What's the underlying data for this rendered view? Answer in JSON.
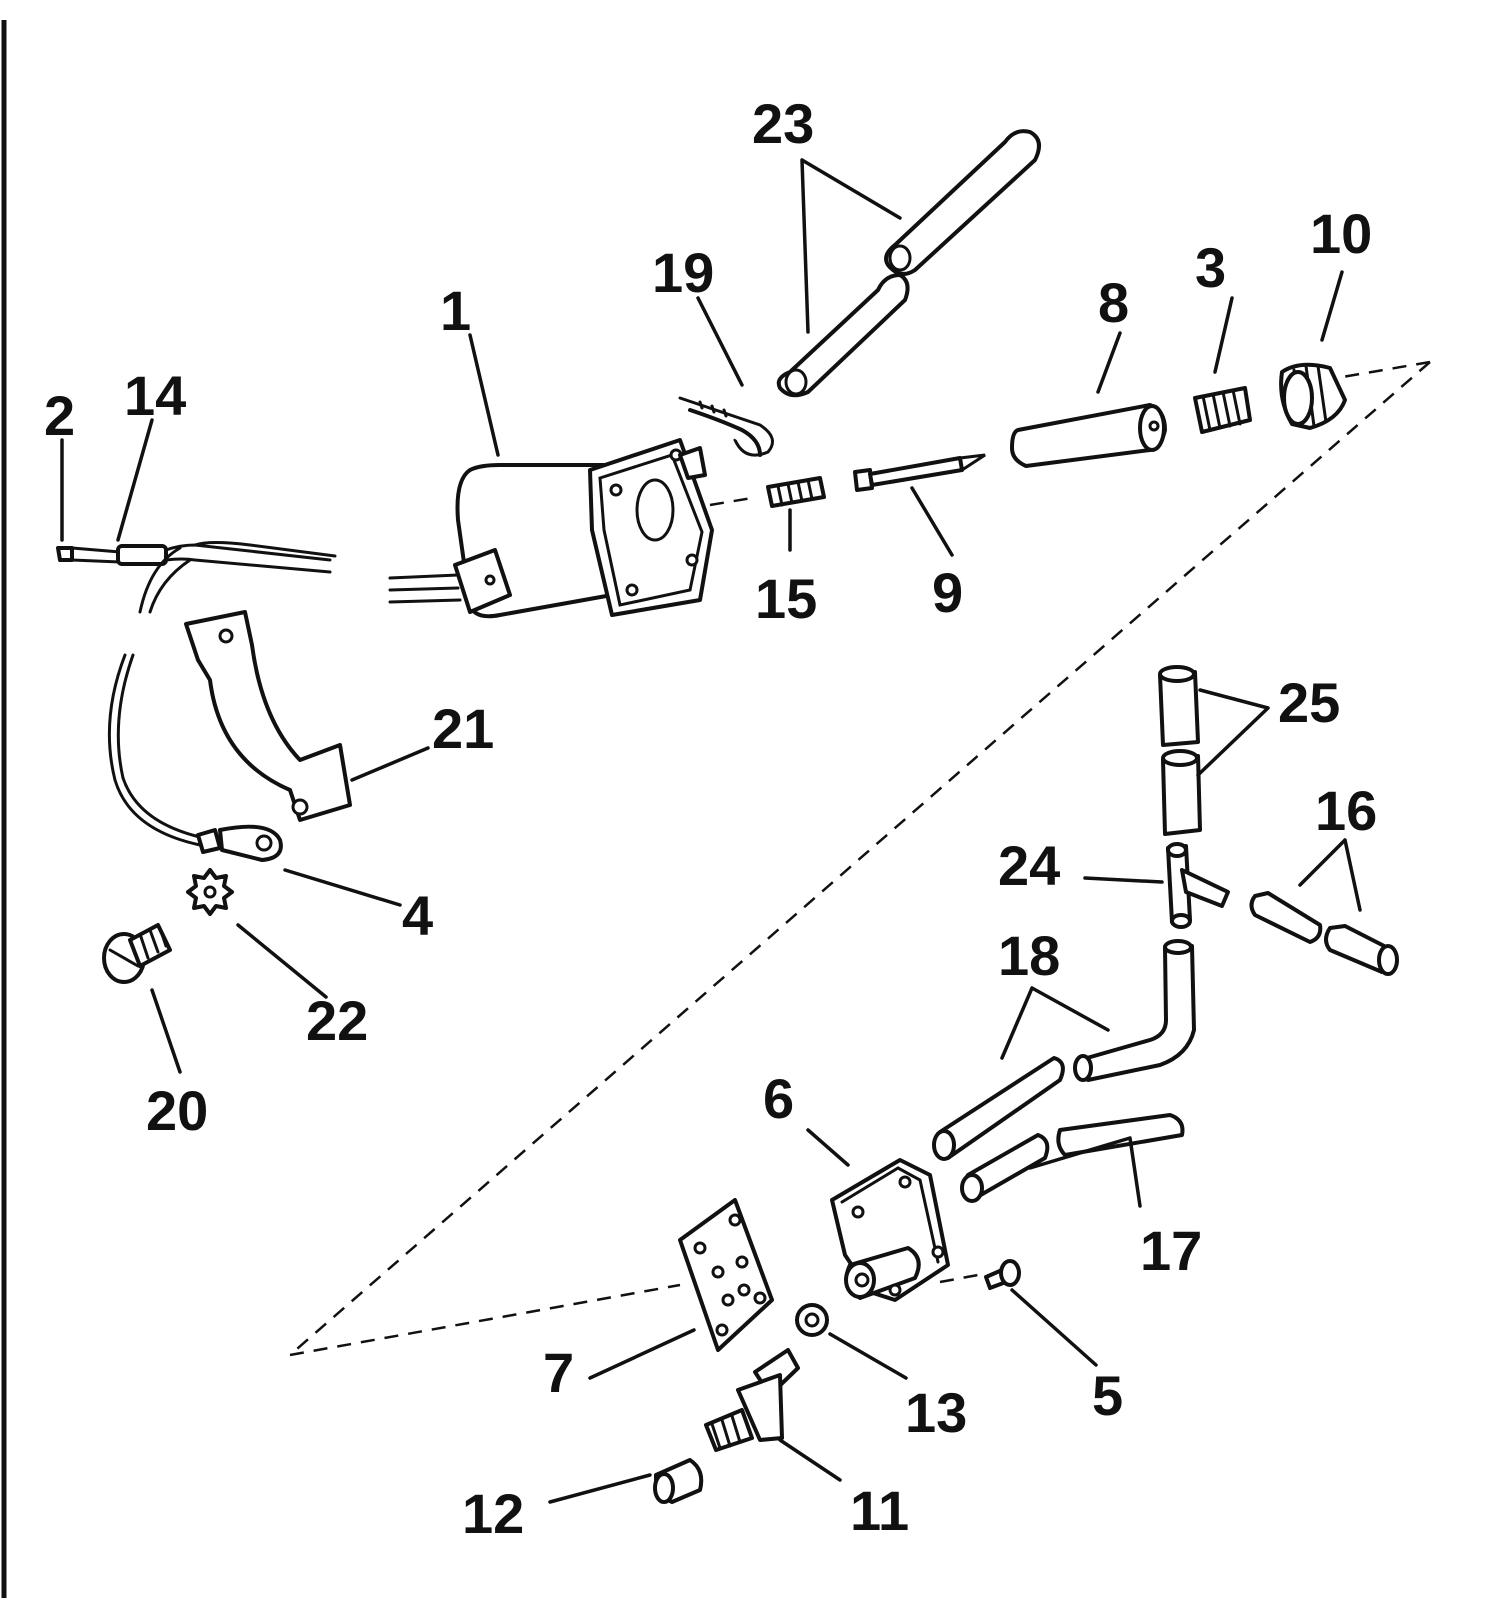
{
  "callouts": {
    "c1": "1",
    "c2": "2",
    "c3": "3",
    "c4": "4",
    "c5": "5",
    "c6": "6",
    "c7": "7",
    "c8": "8",
    "c9": "9",
    "c10": "10",
    "c11": "11",
    "c12": "12",
    "c13": "13",
    "c14": "14",
    "c15": "15",
    "c16": "16",
    "c17": "17",
    "c18": "18",
    "c19": "19",
    "c20": "20",
    "c21": "21",
    "c22": "22",
    "c23": "23",
    "c24": "24",
    "c25": "25"
  },
  "colors": {
    "line": "#111111",
    "background": "#ffffff"
  }
}
